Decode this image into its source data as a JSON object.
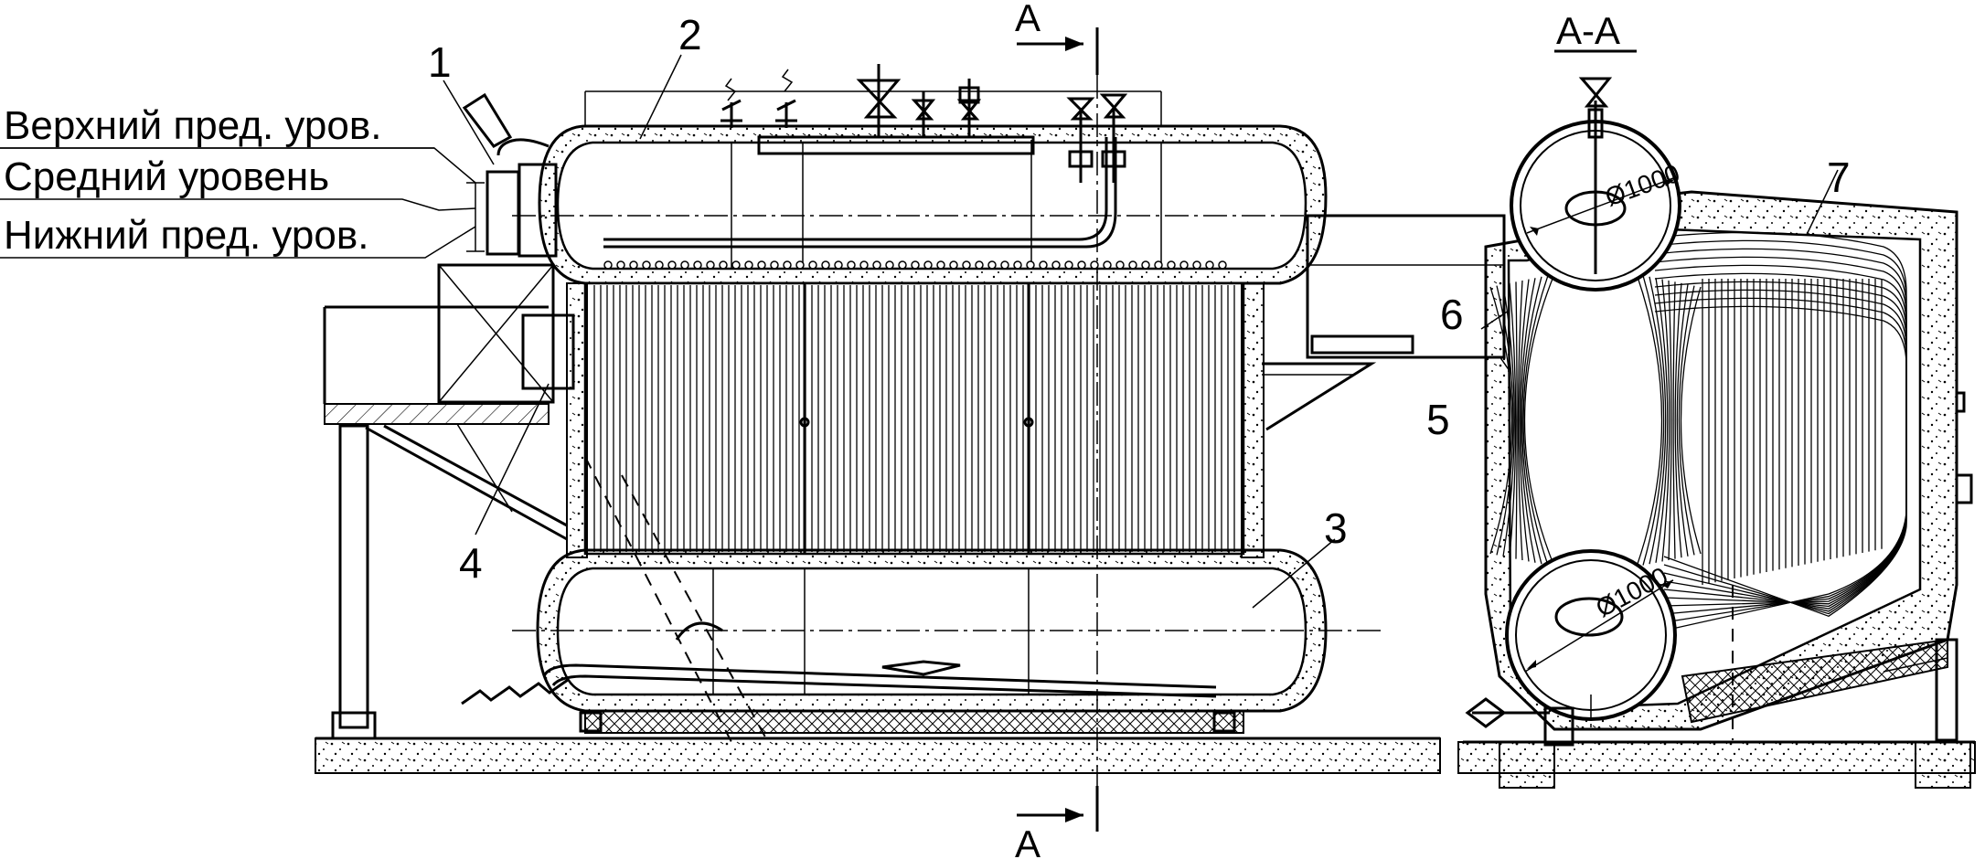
{
  "labels": {
    "upper_level": "Верхний пред. уров.",
    "middle_level": "Средний уровень",
    "lower_level": "Нижний пред. уров."
  },
  "section": {
    "title": "А-А",
    "marker_top": "А",
    "marker_bottom": "А"
  },
  "callouts": [
    "1",
    "2",
    "3",
    "4",
    "5",
    "6",
    "7"
  ],
  "dimensions": {
    "upper_drum": "Ø1000",
    "lower_drum": "Ø1000"
  }
}
